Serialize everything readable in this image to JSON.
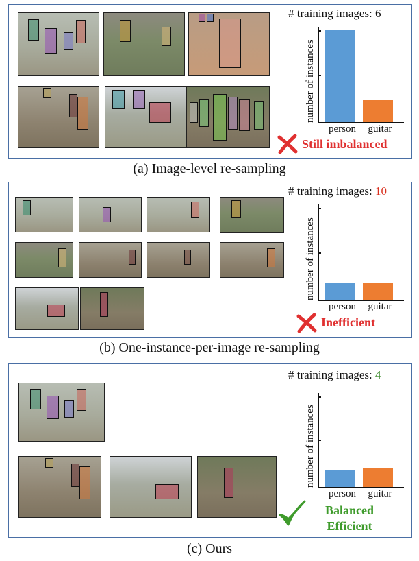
{
  "panels": [
    {
      "caption": "(a) Image-level re-sampling",
      "stats_label": "# training images: ",
      "count": "6",
      "count_color": "#111111",
      "ylabel": "number of instances",
      "verdict": [
        "Still imbalanced"
      ],
      "verdict_icon": "cross-icon",
      "verdict_color": "#e03030"
    },
    {
      "caption": "(b) One-instance-per-image re-sampling",
      "stats_label": "# training images: ",
      "count": "10",
      "count_color": "#d9301f",
      "ylabel": "number of instances",
      "verdict": [
        "Inefficient"
      ],
      "verdict_icon": "cross-icon",
      "verdict_color": "#e03030"
    },
    {
      "caption": "(c) Ours",
      "stats_label": "# training images: ",
      "count": "4",
      "count_color": "#3a8a2a",
      "ylabel": "number of instances",
      "verdict": [
        "Balanced",
        "Efficient"
      ],
      "verdict_icon": "check-icon",
      "verdict_color": "#3f9b2c"
    }
  ],
  "chart_data": [
    {
      "type": "bar",
      "categories": [
        "person",
        "guitar"
      ],
      "values": [
        1.0,
        0.24
      ],
      "colors": [
        "#5b9bd5",
        "#ed7d31"
      ],
      "ylabel": "number of instances",
      "ylim": [
        0,
        1.05
      ]
    },
    {
      "type": "bar",
      "categories": [
        "person",
        "guitar"
      ],
      "values": [
        0.18,
        0.18
      ],
      "colors": [
        "#5b9bd5",
        "#ed7d31"
      ],
      "ylabel": "number of instances",
      "ylim": [
        0,
        1.05
      ]
    },
    {
      "type": "bar",
      "categories": [
        "person",
        "guitar"
      ],
      "values": [
        0.18,
        0.21
      ],
      "colors": [
        "#5b9bd5",
        "#ed7d31"
      ],
      "ylabel": "number of instances",
      "ylim": [
        0,
        1.05
      ]
    }
  ]
}
